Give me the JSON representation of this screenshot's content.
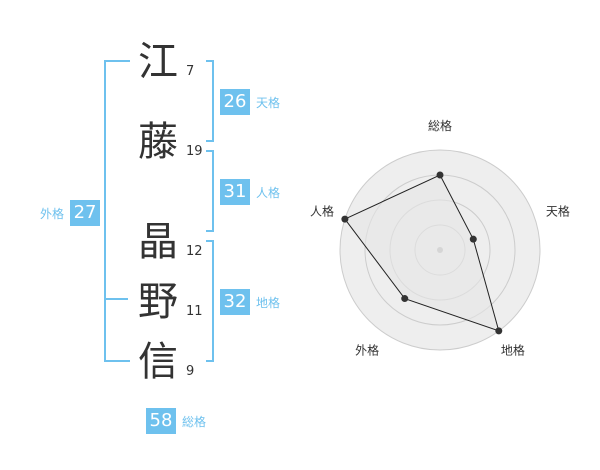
{
  "name_chars": [
    {
      "char": "江",
      "strokes": "7"
    },
    {
      "char": "藤",
      "strokes": "19"
    },
    {
      "char": "晶",
      "strokes": "12"
    },
    {
      "char": "野",
      "strokes": "11"
    },
    {
      "char": "信",
      "strokes": "9"
    }
  ],
  "kaku": {
    "tenkaku": {
      "value": "26",
      "label": "天格"
    },
    "jinkaku": {
      "value": "31",
      "label": "人格"
    },
    "chikaku": {
      "value": "32",
      "label": "地格"
    },
    "gaikaku": {
      "value": "27",
      "label": "外格"
    },
    "soukaku": {
      "value": "58",
      "label": "総格"
    }
  },
  "colors": {
    "accent": "#6ec1ee",
    "text": "#333333",
    "grid": "#cccccc",
    "fill": "#eeeeee"
  },
  "chart_data": {
    "type": "radar",
    "axes": [
      "総格",
      "天格",
      "地格",
      "外格",
      "人格"
    ],
    "values": [
      0.75,
      0.35,
      1.0,
      0.6,
      1.0
    ],
    "range": [
      0,
      1
    ],
    "rings": 4
  }
}
